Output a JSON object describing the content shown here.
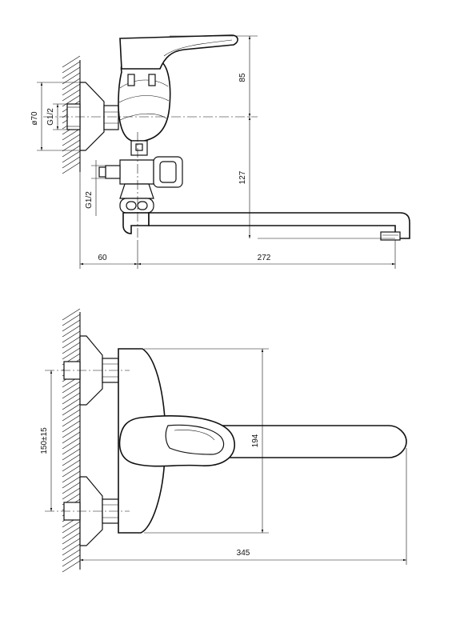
{
  "dimensions": {
    "top_view": {
      "height_upper": "85",
      "height_lower": "127",
      "flange_diameter": "ø70",
      "thread_wall": "G1/2",
      "thread_outlet": "G1/2",
      "wall_offset": "60",
      "spout_reach": "272"
    },
    "front_view": {
      "inlet_spacing": "150±15",
      "body_height": "194",
      "overall_length": "345"
    }
  }
}
